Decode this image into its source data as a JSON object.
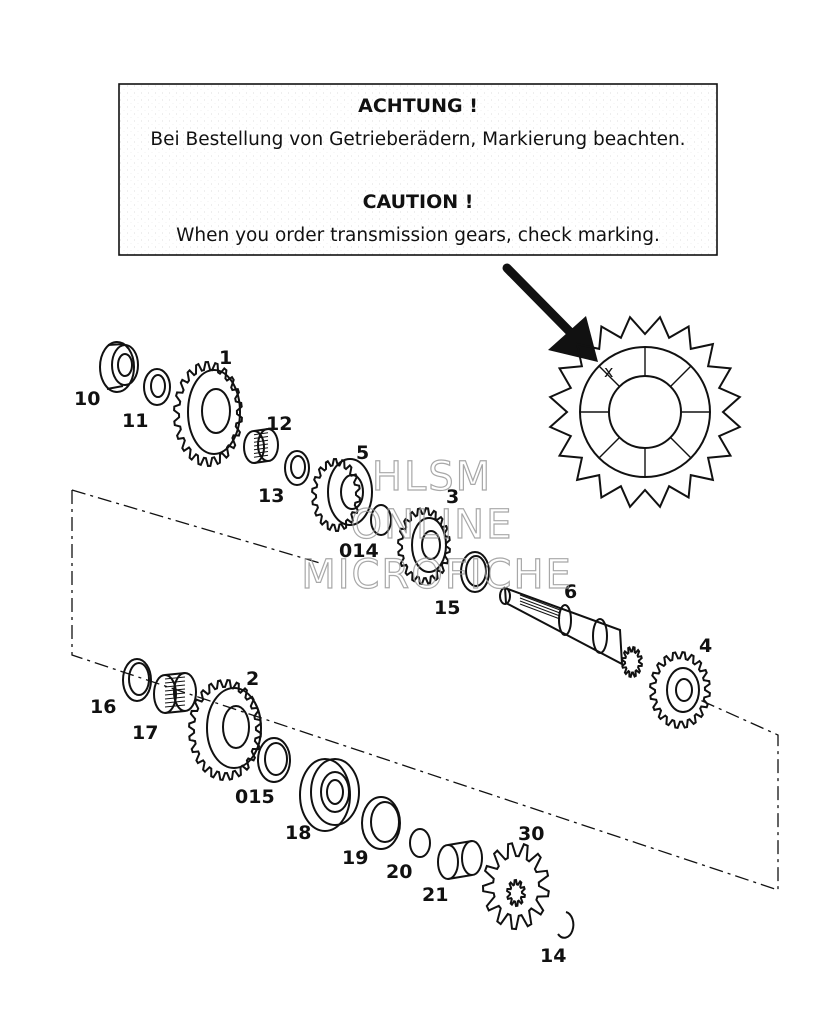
{
  "notice": {
    "de_heading": "ACHTUNG !",
    "de_text": "Bei Bestellung von Getrieberädern, Markierung beachten.",
    "en_heading": "CAUTION !",
    "en_text": "When you order transmission gears, check marking."
  },
  "marking_symbol": "x",
  "watermark": {
    "line1": "HLSM",
    "line2": "ONLINE",
    "line3": "MICROFICHE"
  },
  "parts": [
    "1",
    "2",
    "3",
    "4",
    "5",
    "6",
    "10",
    "11",
    "12",
    "13",
    "014",
    "15",
    "16",
    "17",
    "015",
    "18",
    "19",
    "20",
    "21",
    "30",
    "14"
  ]
}
